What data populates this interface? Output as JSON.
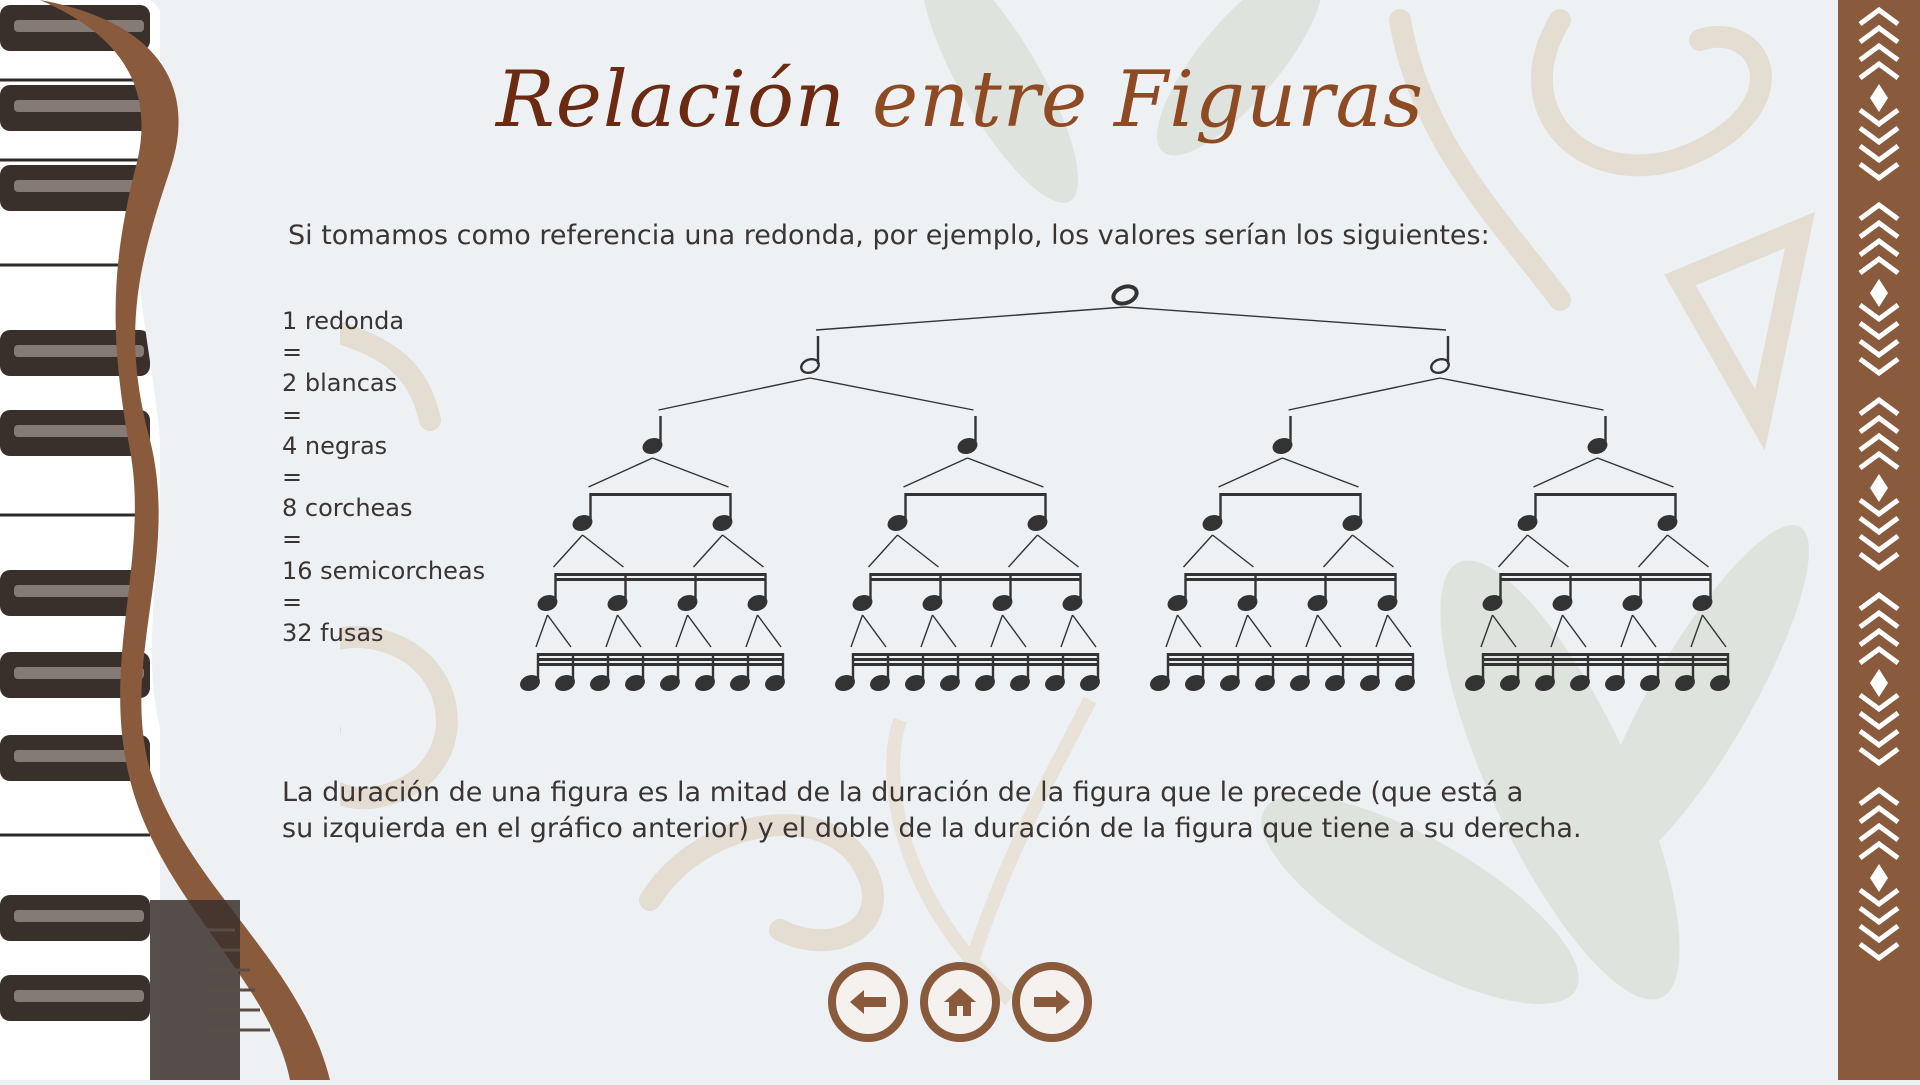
{
  "title": {
    "part1": "Relación",
    "part2": "entre Figuras"
  },
  "intro": "Si tomamos como referencia una redonda, por ejemplo, los valores serían los siguientes:",
  "equivalence": [
    "1 redonda",
    "=",
    "2 blancas",
    "=",
    "4 negras",
    "=",
    "8 corcheas",
    "=",
    "16 semicorcheas",
    "=",
    "32 fusas"
  ],
  "tree_levels": [
    {
      "figure": "redonda",
      "count": 1
    },
    {
      "figure": "blanca",
      "count": 2
    },
    {
      "figure": "negra",
      "count": 4
    },
    {
      "figure": "corchea",
      "count": 8
    },
    {
      "figure": "semicorchea",
      "count": 16
    },
    {
      "figure": "fusa",
      "count": 32
    }
  ],
  "explanation": [
    "La duración de una figura es la mitad de la duración de la figura que le precede (que está a",
    "su izquierda en el gráfico anterior) y el doble de la duración de la figura que tiene a su derecha."
  ],
  "nav": {
    "prev_icon": "arrow-left-icon",
    "home_icon": "home-icon",
    "next_icon": "arrow-right-icon"
  },
  "colors": {
    "brown": "#8a5a3c",
    "title": "#6b2a12",
    "text": "#3a3533",
    "ink": "#333333"
  }
}
